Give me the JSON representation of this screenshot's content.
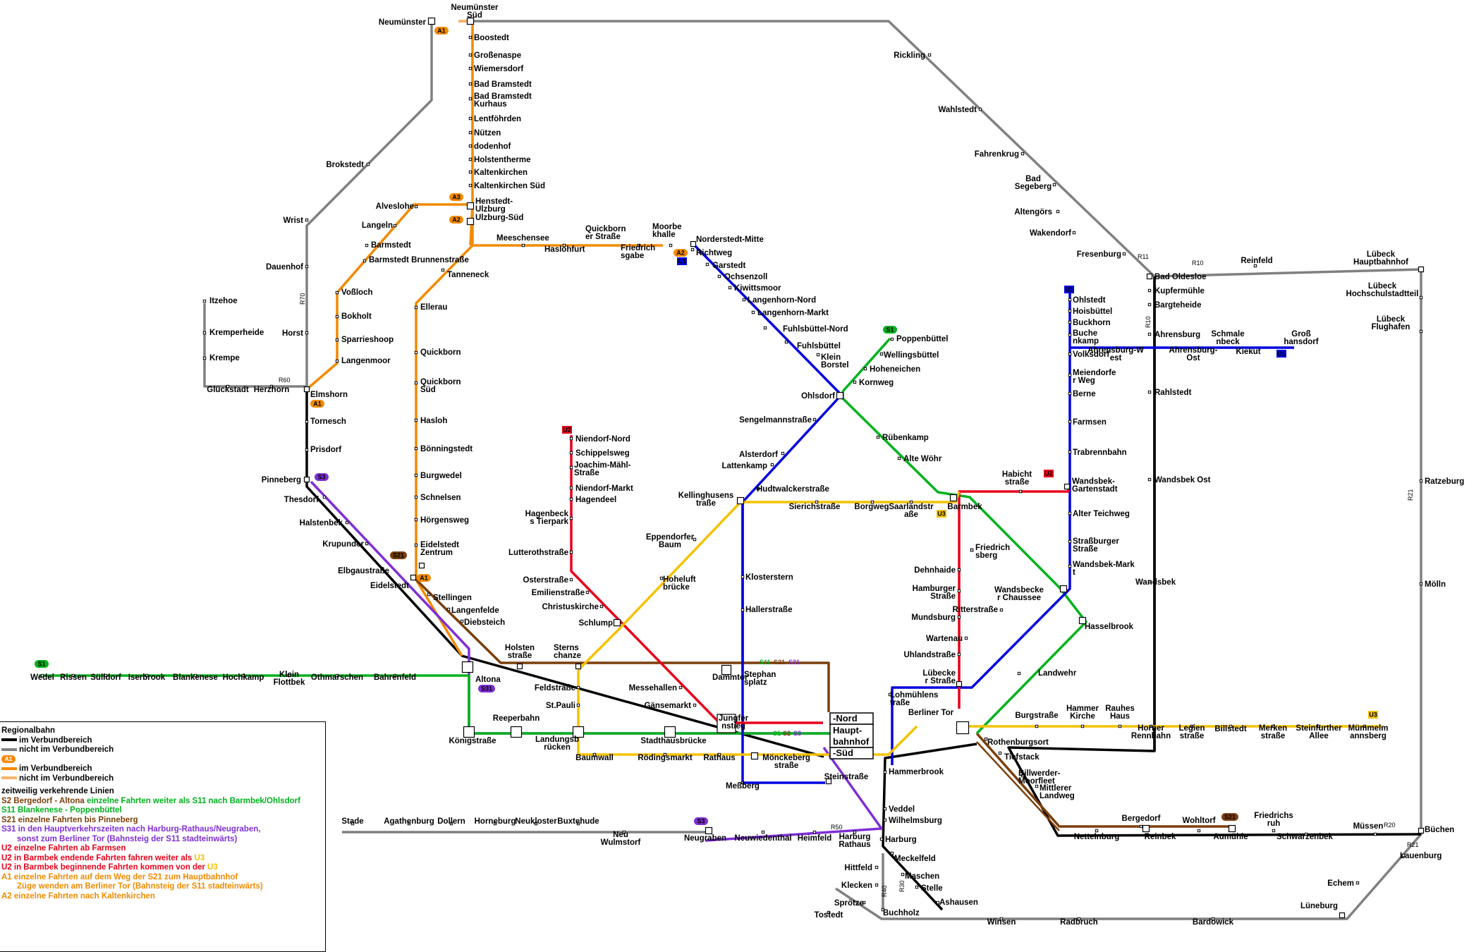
{
  "colors": {
    "regional": "#000000",
    "regional_outside": "#808080",
    "akn": "#f28a00",
    "akn_outside": "#f7b46c",
    "s1": "#00b21d",
    "s3": "#7f2fd6",
    "s21": "#7b3f0a",
    "u1": "#0000e0",
    "u2": "#e8001a",
    "u3": "#f5c200"
  },
  "badges": {
    "A1": "A1",
    "A2": "A2",
    "A3": "A3",
    "S1": "S1",
    "S3": "S3",
    "S21": "S21",
    "S31": "S31",
    "U1": "U1",
    "U2": "U2",
    "U3": "U3"
  },
  "route_labels": [
    "R10",
    "R11",
    "R20",
    "R21",
    "R30",
    "R40",
    "R50",
    "R60",
    "R70"
  ],
  "platform_tags": [
    "S11",
    "S21",
    "S31",
    "S1",
    "S2",
    "S3"
  ],
  "hauptbahnhof_parts": [
    "-Nord",
    "Haupt-",
    "bahnhof",
    "-Süd"
  ],
  "stations": [
    "Neumünster Süd",
    "Neumünster",
    "Boostedt",
    "Großenaspe",
    "Wiemersdorf",
    "Bad Bramstedt",
    "Bad Bramstedt Kurhaus",
    "Lentföhrden",
    "Nützen",
    "dodenhof",
    "Holstentherme",
    "Kaltenkirchen",
    "Kaltenkirchen Süd",
    "Henstedt-Ulzburg",
    "Ulzburg-Süd",
    "Meeschensee",
    "Haslohfurt",
    "Quickborner Straße",
    "Friedrichsgabe",
    "Moorbekhalle",
    "Norderstedt-Mitte",
    "Alveslohe",
    "Langeln",
    "Barmstedt",
    "Barmstedt Brunnenstraße",
    "Voßloch",
    "Bokholt",
    "Sparrieshoop",
    "Langenmoor",
    "Tanneneck",
    "Ellerau",
    "Quickborn",
    "Quickborn Süd",
    "Hasloh",
    "Bönningstedt",
    "Burgwedel",
    "Schnelsen",
    "Hörgensweg",
    "Eidelstedt Zentrum",
    "Eidelstedt",
    "Brokstedt",
    "Wrist",
    "Dauenhof",
    "Horst",
    "Itzehoe",
    "Kremperheide",
    "Krempe",
    "Glückstadt",
    "Herzhorn",
    "Elmshorn",
    "Tornesch",
    "Prisdorf",
    "Pinneberg",
    "Thesdorf",
    "Halstenbek",
    "Krupunder",
    "Elbgaustraße",
    "Stellingen",
    "Langenfelde",
    "Diebsteich",
    "Wedel",
    "Rissen",
    "Sülldorf",
    "Iserbrook",
    "Blankenese",
    "Hochkamp",
    "Klein Flottbek",
    "Othmarschen",
    "Bahrenfeld",
    "Altona",
    "Holstenstraße",
    "Sternschanze",
    "Königstraße",
    "Reeperbahn",
    "Landungsbrücken",
    "Baumwall",
    "Stadthausbrücke",
    "Rödingsmarkt",
    "Rathaus",
    "Jungfernstieg",
    "Feldstraße",
    "St.Pauli",
    "Messehallen",
    "Gänsemarkt",
    "Dammtor",
    "Stephansplatz",
    "Mönckebergstraße",
    "Meßberg",
    "Steinstraße",
    "Hauptbahnhof",
    "Niendorf-Nord",
    "Schippelsweg",
    "Joachim-Mähl-Straße",
    "Niendorf-Markt",
    "Hagendeel",
    "Hagenbecks Tierpark",
    "Lutterothstraße",
    "Osterstraße",
    "Emilienstraße",
    "Christuskirche",
    "Schlump",
    "Hoheluftbrücke",
    "Eppendorfer Baum",
    "Kellinghusenstraße",
    "Klosterstern",
    "Hallerstraße",
    "Richtweg",
    "Garstedt",
    "Ochsenzoll",
    "Kiwittsmoor",
    "Langenhorn-Nord",
    "Langenhorn-Markt",
    "Fuhlsbüttel-Nord",
    "Fuhlsbüttel",
    "Klein Borstel",
    "Ohlsdorf",
    "Sengelmannstraße",
    "Alsterdorf",
    "Lattenkamp",
    "Hudtwalckerstraße",
    "Sierichstraße",
    "Borgweg",
    "Saarlandstraße",
    "Barmbek",
    "Poppenbüttel",
    "Wellingsbüttel",
    "Hoheneichen",
    "Kornweg",
    "Rübenkamp",
    "Alte Wöhr",
    "Habichtstraße",
    "Wandsbek-Gartenstadt",
    "Friedrichsberg",
    "Dehnhaide",
    "Hamburger Straße",
    "Mundsburg",
    "Uhlandstraße",
    "Lübecker Straße",
    "Lohmühlenstraße",
    "Berliner Tor",
    "Wartenau",
    "Ritterstraße",
    "Wandsbecker Chaussee",
    "Hasselbrook",
    "Landwehr",
    "Ohlstedt",
    "Hoisbüttel",
    "Buckhorn",
    "Buchenkamp",
    "Volksdorf",
    "Meiendorfer Weg",
    "Berne",
    "Farmsen",
    "Trabrennbahn",
    "Alter Teichweg",
    "Straßburger Straße",
    "Wandsbek-Markt",
    "Ahrensburg-West",
    "Ahrensburg-Ost",
    "Schmalenbeck",
    "Großhansdorf",
    "Kiekut",
    "Rickling",
    "Wahlstedt",
    "Fahrenkrug",
    "Bad Segeberg",
    "Altengörs",
    "Wakendorf",
    "Fresenburg",
    "Bad Oldesloe",
    "Kupfermühle",
    "Bargteheide",
    "Ahrensburg",
    "Rahlstedt",
    "Wandsbek Ost",
    "Wandsbek",
    "Reinfeld",
    "Lübeck Hauptbahnhof",
    "Lübeck Hochschulstadtteil",
    "Lübeck Flughafen",
    "Ratzeburg",
    "Mölln",
    "Büchen",
    "Lauenburg",
    "Echem",
    "Lüneburg",
    "Burgstraße",
    "Hammer Kirche",
    "Rauhes Haus",
    "Horner Rennbahn",
    "Legienstraße",
    "Billstedt",
    "Merkenstraße",
    "Steinfurther Allee",
    "Mümmelmannsberg",
    "Rothenburgsort",
    "Tiefstack",
    "Billwerder-Moorfleet",
    "Mittlerer Landweg",
    "Bergedorf",
    "Nettelnburg",
    "Reinbek",
    "Wohltorf",
    "Aumühle",
    "Friedrichsruh",
    "Schwarzenbek",
    "Müssen",
    "Hammerbrook",
    "Veddel",
    "Wilhelmsburg",
    "Harburg",
    "Harburg Rathaus",
    "Heimfeld",
    "Neuwiedenthal",
    "Neugraben",
    "Neu Wulmstorf",
    "Buxtehude",
    "Neukloster",
    "Horneburg",
    "Dollern",
    "Agathenburg",
    "Stade",
    "Meckelfeld",
    "Maschen",
    "Stelle",
    "Ashausen",
    "Winsen",
    "Radbruch",
    "Bardowick",
    "Hittfeld",
    "Klecken",
    "Sprötze",
    "Tostedt",
    "Buchholz"
  ],
  "legend": {
    "title": "Regionalbahn",
    "items": [
      "im Verbundbereich",
      "nicht im Verbundbereich",
      "A1",
      "im Verbundbereich",
      "nicht im Verbundbereich"
    ],
    "notes_title": "zeitweilig verkehrende Linien",
    "notes": [
      "S2 Bergedorf - Altona",
      "einzelne Fahrten weiter als S11 nach Barmbek/Ohlsdorf",
      "S11 Blankenese - Poppenbüttel",
      "S21 einzelne Fahrten bis Pinneberg",
      "S31 in den Hauptverkehrszeiten nach Harburg-Rathaus/Neugraben,",
      "sonst zum Berliner Tor (Bahnsteig der S11 stadteinwärts)",
      "U2 einzelne Fahrten ab Farmsen",
      "U2 in Barmbek endende Fahrten fahren weiter als",
      "U3",
      "U2 in Barmbek beginnende Fahrten kommen von der",
      "U3",
      "A1 einzelne Fahrten auf dem Weg der S21 zum Hauptbahnhof",
      "Züge wenden am Berliner Tor (Bahnsteig der S11 stadteinwärts)",
      "A2 einzelne Fahrten nach Kaltenkirchen"
    ]
  }
}
